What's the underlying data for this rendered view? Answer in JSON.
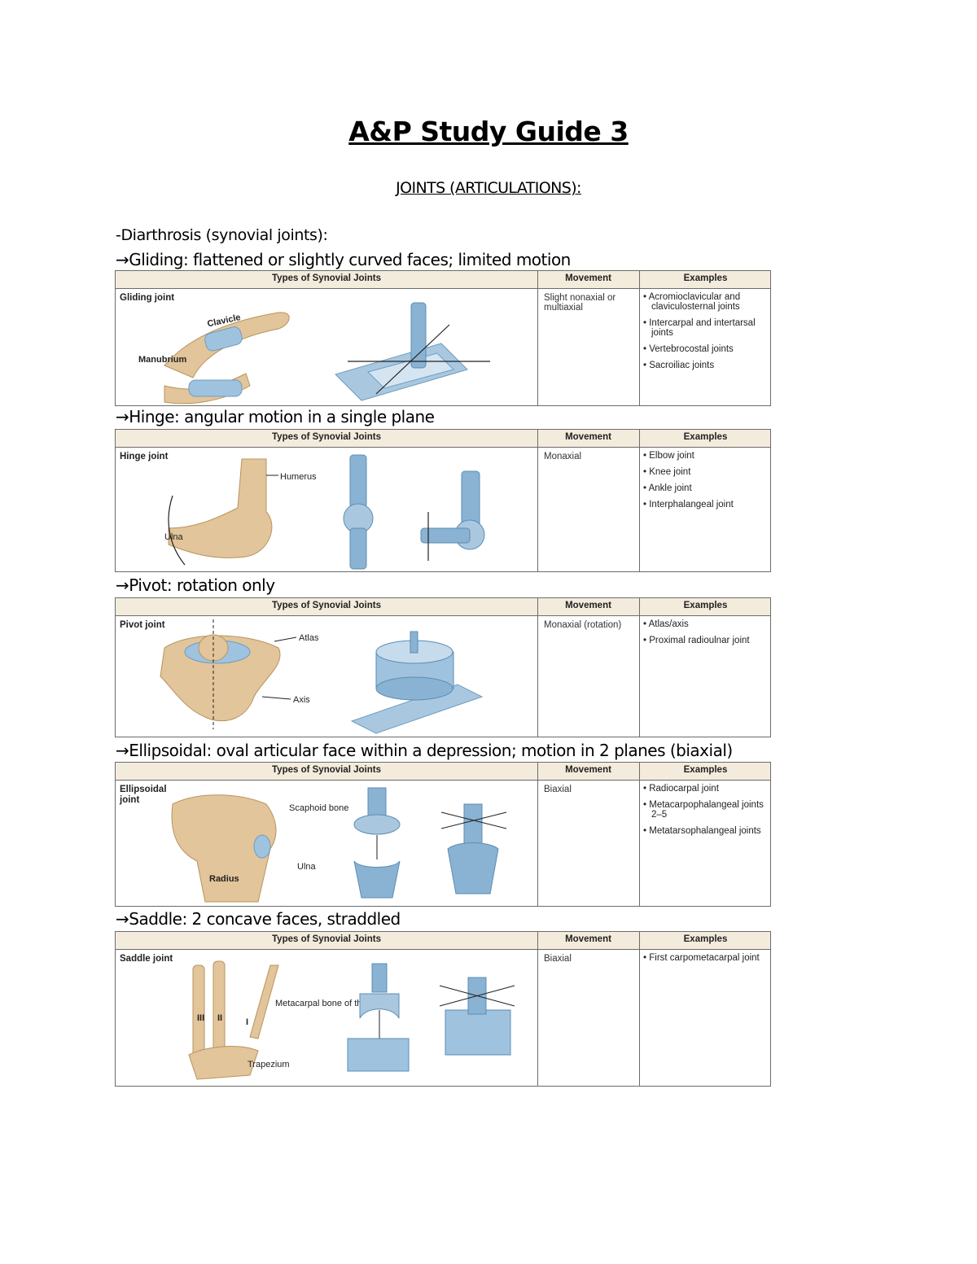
{
  "document": {
    "title": "A&P Study Guide 3",
    "subtitle": "JOINTS (ARTICULATIONS):",
    "intro": "-Diarthrosis (synovial joints):"
  },
  "table_header": {
    "types": "Types of Synovial Joints",
    "movement": "Movement",
    "examples": "Examples"
  },
  "sections": [
    {
      "heading": "→Gliding: flattened or slightly curved faces; limited motion",
      "joint_name": "Gliding joint",
      "movement": "Slight nonaxial or multiaxial",
      "examples": [
        "Acromioclavicular and claviculosternal joints",
        "Intercarpal and intertarsal joints",
        "Vertebrocostal joints",
        "Sacroiliac joints"
      ],
      "labels": [
        "Clavicle",
        "Manubrium"
      ]
    },
    {
      "heading": "→Hinge: angular motion in a single plane",
      "joint_name": "Hinge joint",
      "movement": "Monaxial",
      "examples": [
        "Elbow joint",
        "Knee joint",
        "Ankle joint",
        "Interphalangeal joint"
      ],
      "labels": [
        "Humerus",
        "Ulna"
      ]
    },
    {
      "heading": "→Pivot: rotation only",
      "joint_name": "Pivot joint",
      "movement": "Monaxial (rotation)",
      "examples": [
        "Atlas/axis",
        "Proximal radioulnar joint"
      ],
      "labels": [
        "Atlas",
        "Axis"
      ]
    },
    {
      "heading": "→Ellipsoidal: oval articular face within a depression; motion in 2 planes (biaxial)",
      "joint_name": "Ellipsoidal joint",
      "movement": "Biaxial",
      "examples": [
        "Radiocarpal joint",
        "Metacarpophalangeal joints 2–5",
        "Metatarsophalangeal joints"
      ],
      "labels": [
        "Scaphoid bone",
        "Ulna",
        "Radius"
      ]
    },
    {
      "heading": "→Saddle: 2 concave faces, straddled",
      "joint_name": "Saddle joint",
      "movement": "Biaxial",
      "examples": [
        "First carpometacarpal joint"
      ],
      "labels": [
        "Metacarpal bone of thumb",
        "Trapezium",
        "III",
        "II",
        "I"
      ]
    }
  ]
}
